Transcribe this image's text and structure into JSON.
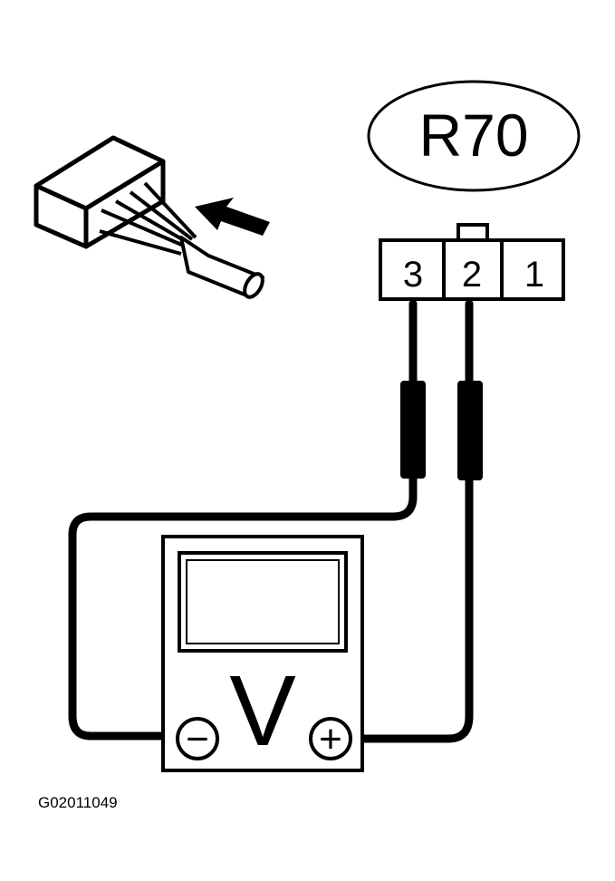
{
  "connector": {
    "label": "R70",
    "pins": [
      "3",
      "2",
      "1"
    ]
  },
  "meter": {
    "symbol": "V",
    "negative_symbol": "−",
    "positive_symbol": "+"
  },
  "figure_id": "G02011049"
}
